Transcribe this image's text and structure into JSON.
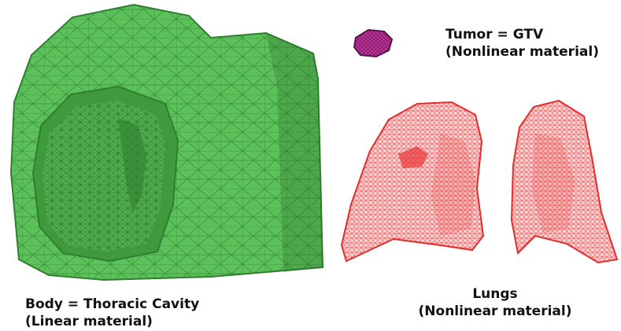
{
  "labels": {
    "tumor": {
      "line1": "Tumor = GTV",
      "line2": "(Nonlinear material)"
    },
    "body": {
      "line1": "Body = Thoracic Cavity",
      "line2": "(Linear material)"
    },
    "lungs": {
      "line1": "Lungs",
      "line2": "(Nonlinear material)"
    }
  },
  "colors": {
    "body_fill": "#5cc15a",
    "body_dark": "#3f9a3e",
    "body_edge": "#2f7f2f",
    "lung_edge": "#e52b2b",
    "lung_fill": "#fbd2d2",
    "tumor_fill": "#c0349a",
    "tumor_edge": "#5a1150"
  }
}
